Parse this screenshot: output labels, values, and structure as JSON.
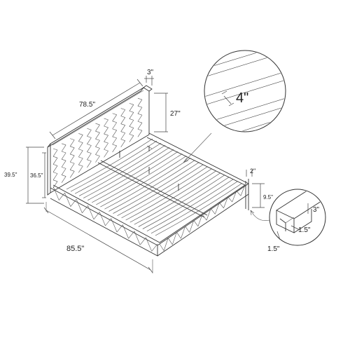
{
  "dimensions": {
    "headboard_width": "78.5\"",
    "headboard_depth": "3\"",
    "headboard_upper_height": "27\"",
    "total_height": "39.5\"",
    "headboard_height": "36.5\"",
    "bed_length": "85.5\"",
    "rail_width": "2\"",
    "frame_height": "9.5\"",
    "slat_width": "4\"",
    "leg_height": "3\"",
    "leg_depth": "1.5\"",
    "leg_width": "1.5\""
  }
}
